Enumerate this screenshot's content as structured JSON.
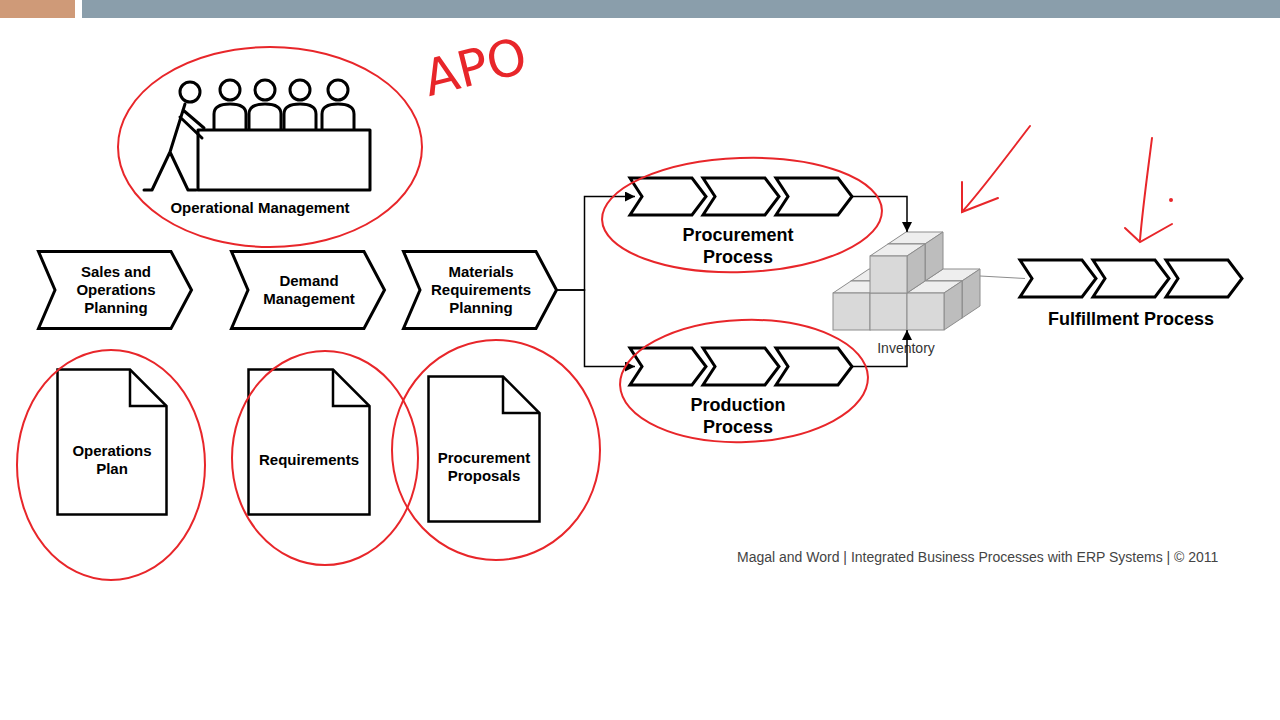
{
  "diagram": {
    "caption": "Magal and Word | Integrated Business Processes with ERP Systems | © 2011",
    "nodes": [
      {
        "text": [
          "Operational Management"
        ]
      },
      {
        "text": [
          "Sales and Operations Planning"
        ]
      },
      {
        "text": [
          "Demand Management"
        ]
      },
      {
        "text": [
          "Materials Requirements Planning"
        ]
      },
      {
        "text": [
          "Procurement Process"
        ]
      },
      {
        "text": [
          "Production Process"
        ]
      },
      {
        "text": [
          "Inventory"
        ]
      },
      {
        "text": [
          "Fulfillment Process"
        ]
      },
      {
        "text": [
          "Operations Plan"
        ]
      },
      {
        "text": [
          "Requirements"
        ]
      },
      {
        "text": [
          "Procurement Proposals"
        ]
      }
    ],
    "edges": [
      {
        "from": 3,
        "to": 4,
        "arrow": "to"
      },
      {
        "from": 3,
        "to": 5,
        "arrow": "to"
      },
      {
        "from": 4,
        "to": 6,
        "arrow": "to"
      },
      {
        "from": 5,
        "to": 6,
        "arrow": "to"
      },
      {
        "from": 6,
        "to": 7,
        "arrow": "none"
      }
    ],
    "labels": [
      "APO"
    ]
  }
}
